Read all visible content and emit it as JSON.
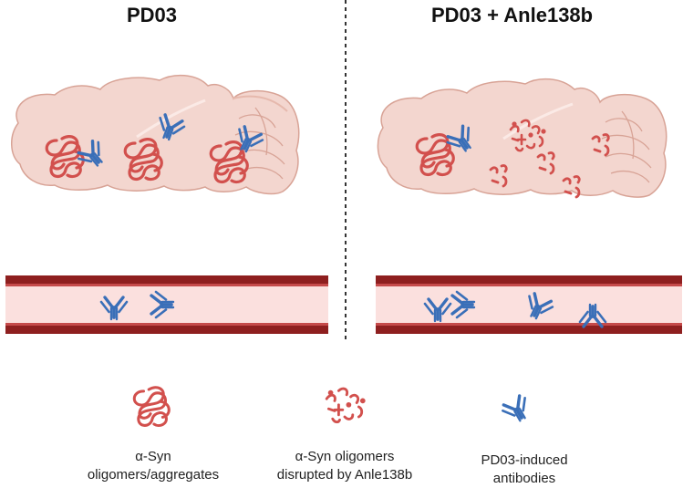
{
  "panels": {
    "left": {
      "title": "PD03"
    },
    "right": {
      "title": "PD03 + Anle138b"
    }
  },
  "legend": [
    {
      "label_line1": "α-Syn",
      "label_line2": "oligomers/aggregates",
      "icon": "aggregate-icon"
    },
    {
      "label_line1": "α-Syn oligomers",
      "label_line2": "disrupted by Anle138b",
      "icon": "disrupted-oligomer-icon"
    },
    {
      "label_line1": "PD03-induced",
      "label_line2": "antibodies",
      "icon": "antibody-icon"
    }
  ],
  "colors": {
    "brain_fill": "#f3d6cf",
    "brain_stroke": "#d8a396",
    "aggregate": "#d2504d",
    "antibody": "#3a6fb8",
    "vessel_wall": "#8e1f1f",
    "vessel_lumen": "#fbe0de",
    "divider": "#333333"
  }
}
